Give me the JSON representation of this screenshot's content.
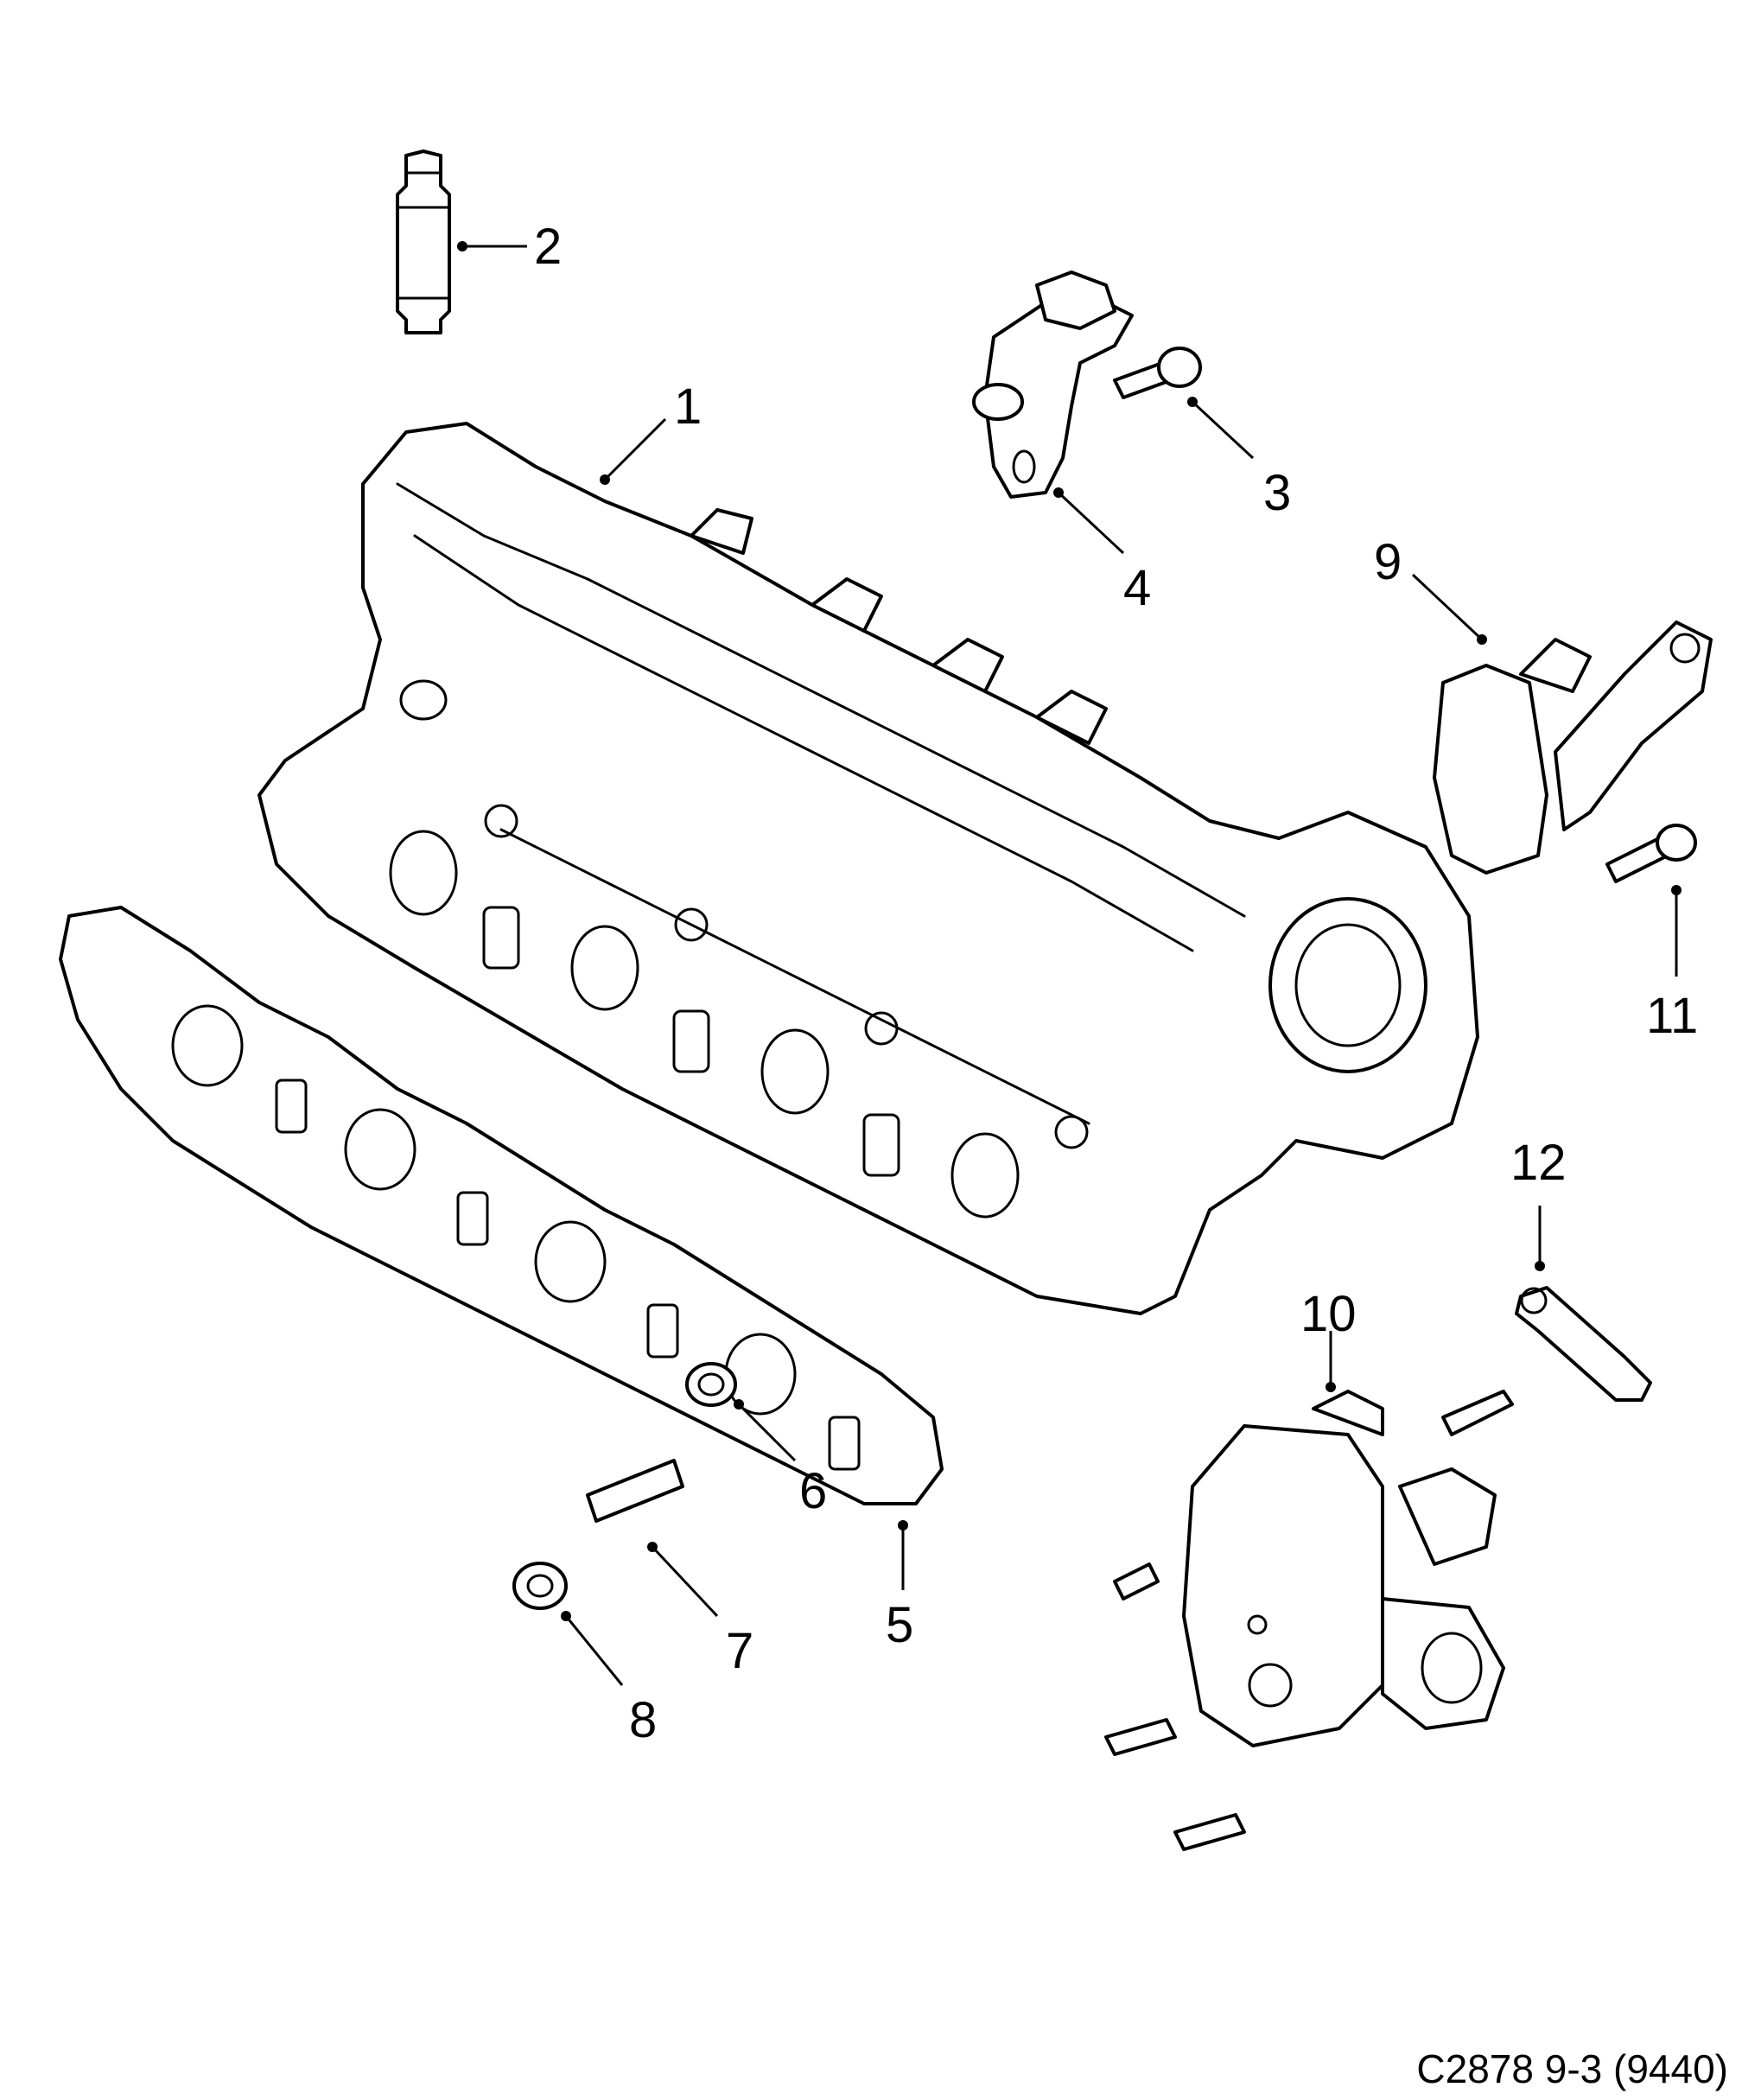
{
  "callouts": [
    "1",
    "2",
    "3",
    "4",
    "5",
    "6",
    "7",
    "8",
    "9",
    "10",
    "11",
    "12"
  ],
  "reference_code": "C2878 9-3 (9440)",
  "line_color": "#000000",
  "background_color": "#ffffff"
}
